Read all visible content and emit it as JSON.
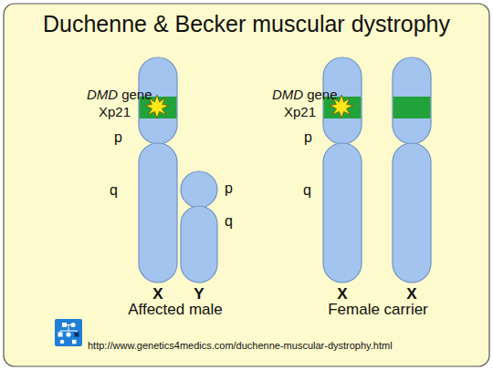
{
  "diagram": {
    "title": "Duchenne & Becker muscular dystrophy",
    "labels": [
      "DMD",
      "gene",
      "Xp21",
      "p",
      "q",
      "X",
      "Y",
      "p",
      "q",
      "Affected male",
      "DMD",
      "gene",
      "Xp21",
      "p",
      "q",
      "X",
      "X",
      "Female carrier",
      "http://www.genetics4medics.com/duchenne-muscular-dystrophy.html"
    ]
  }
}
